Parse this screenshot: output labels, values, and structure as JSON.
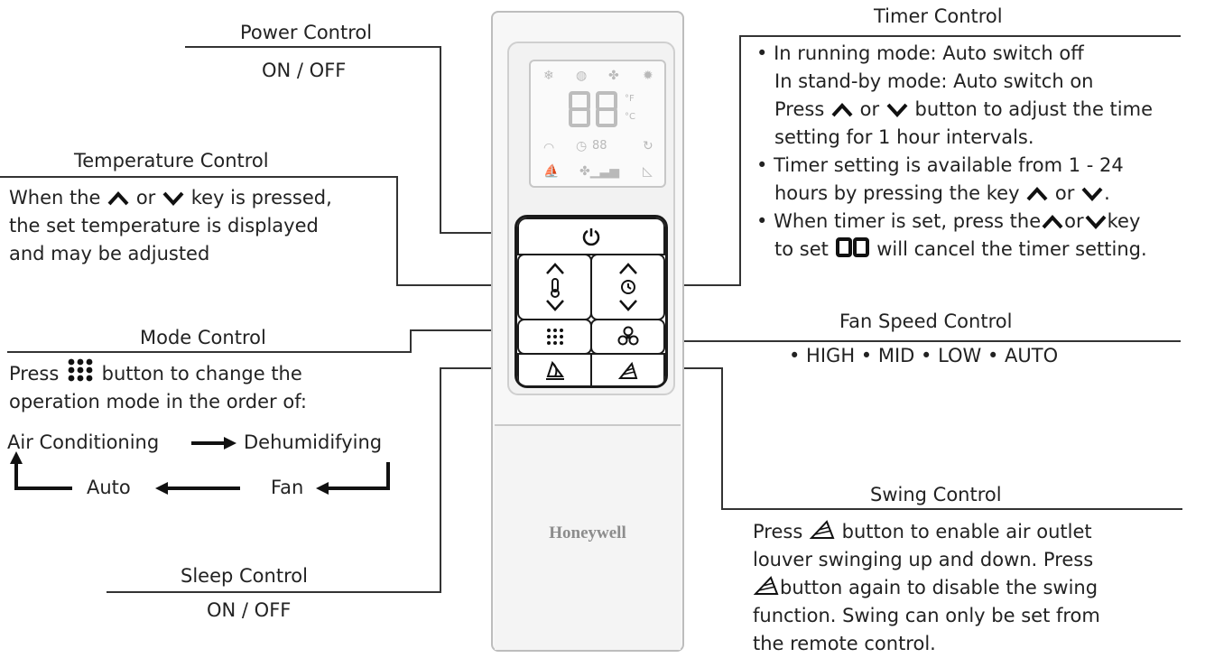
{
  "power": {
    "title": "Power Control",
    "sub": "ON / OFF"
  },
  "temperature": {
    "title": "Temperature Control",
    "line1_a": "When the",
    "line1_or": "or",
    "line1_b": "key is pressed,",
    "line2": "the set temperature is displayed",
    "line3": "and may be adjusted"
  },
  "mode": {
    "title": "Mode Control",
    "line1_a": "Press",
    "line1_b": "button to change the",
    "line2": "operation mode in the order of:",
    "flow": {
      "a": "Air Conditioning",
      "b": "Dehumidifying",
      "c": "Fan",
      "d": "Auto"
    }
  },
  "sleep": {
    "title": "Sleep Control",
    "sub": "ON / OFF"
  },
  "timer": {
    "title": "Timer Control",
    "b1_line1": "In running mode: Auto switch off",
    "b1_line2": "In stand-by mode: Auto switch on",
    "b1_line3_a": "Press",
    "b1_line3_or": "or",
    "b1_line3_b": "button to adjust the time",
    "b1_line4": "setting for 1 hour intervals.",
    "b2_line1": "Timer setting is available from 1 - 24",
    "b2_line2_a": "hours by pressing the key",
    "b2_line2_or": "or",
    "b3_line1_a": "When timer is set, press the",
    "b3_line1_or": "or",
    "b3_line1_b": "key",
    "b3_line2_a": "to set",
    "b3_line2_b": "will cancel the timer setting."
  },
  "fan": {
    "title": "Fan Speed Control",
    "sub": "• HIGH • MID • LOW • AUTO"
  },
  "swing": {
    "title": "Swing Control",
    "line1_a": "Press",
    "line1_b": "button to enable air outlet",
    "line2": "louver swinging up and down.  Press",
    "line3": "button again to disable the swing",
    "line4": "function. Swing can only be set from",
    "line5": "the remote control."
  },
  "remote": {
    "brand": "Honeywell",
    "lcd_unit_f": "°F",
    "lcd_unit_c": "°C",
    "lcd_timer": "88"
  },
  "colors": {
    "ink": "#222222",
    "lines": "#333333",
    "remote_body": "#f7f7f7",
    "keypad_border": "#1a1a1a"
  }
}
